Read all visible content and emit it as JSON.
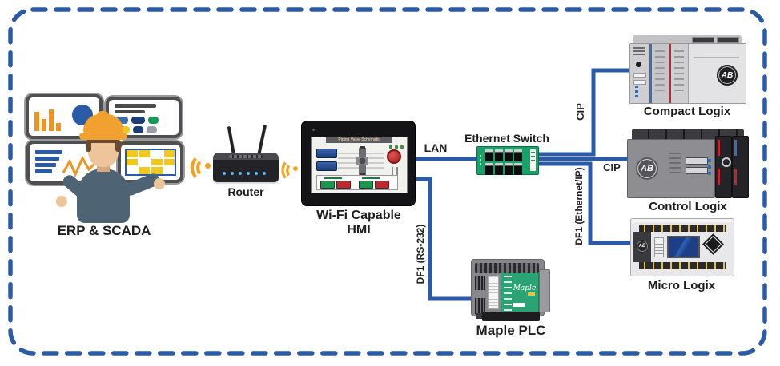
{
  "diagram": {
    "type": "network-architecture",
    "colors": {
      "border_blue": "#2B5BA7",
      "line_blue": "#2B5BA7",
      "wifi_orange": "#F6A01E",
      "switch_green": "#17A26A",
      "estop_red": "#C0272D",
      "hardhat_orange": "#F0A12F"
    }
  },
  "nodes": {
    "erp_scada": {
      "label": "ERP & SCADA"
    },
    "router": {
      "label": "Router"
    },
    "hmi": {
      "label_line1": "Wi-Fi Capable",
      "label_line2": "HMI",
      "screen_title": "Piping Valve Schematic"
    },
    "ethernet_switch": {
      "label": "Ethernet Switch"
    },
    "compact_logix": {
      "label": "Compact Logix",
      "brand": "AB"
    },
    "control_logix": {
      "label": "Control Logix",
      "brand": "AB"
    },
    "micro_logix": {
      "label": "Micro Logix",
      "brand": "AB"
    },
    "maple_plc": {
      "label": "Maple PLC",
      "brand": "Maple"
    }
  },
  "links": {
    "lan": {
      "label": "LAN",
      "from": "hmi",
      "to": "ethernet_switch"
    },
    "cip_compact": {
      "label": "CIP",
      "from": "ethernet_switch",
      "to": "compact_logix"
    },
    "cip_control": {
      "label": "CIP",
      "from": "ethernet_switch",
      "to": "control_logix"
    },
    "df1_ethernet": {
      "label": "DF1 (Ethernet/IP)",
      "from": "ethernet_switch",
      "to": "micro_logix"
    },
    "df1_rs232": {
      "label": "DF1 (RS-232)",
      "from": "hmi",
      "to": "maple_plc"
    }
  }
}
